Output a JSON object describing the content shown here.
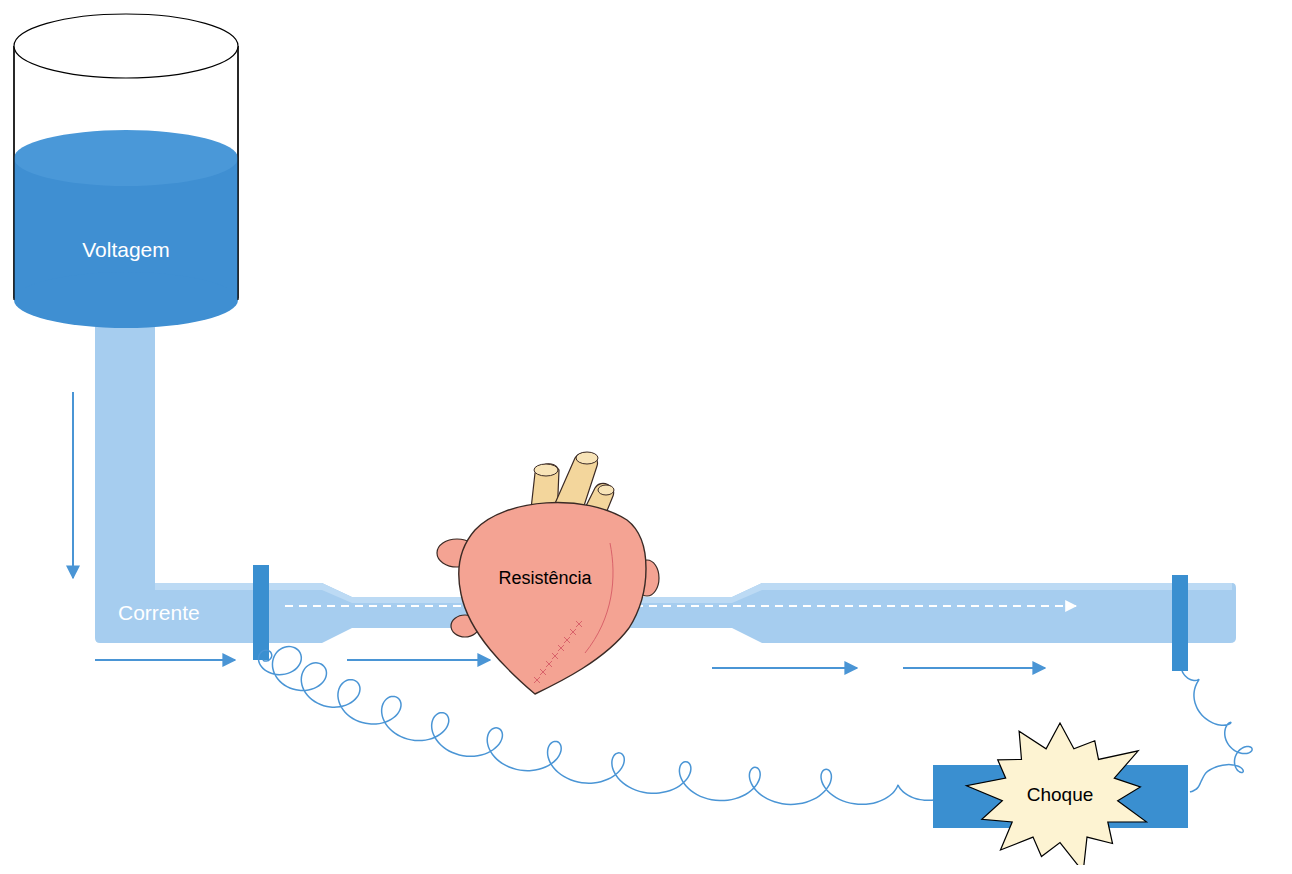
{
  "diagram": {
    "nodes": [
      {
        "text": [
          "Voltagem"
        ]
      },
      {
        "text": [
          "Resistência"
        ]
      },
      {
        "text": [
          "Choque"
        ]
      }
    ],
    "labels": [
      "Corrente"
    ]
  }
}
